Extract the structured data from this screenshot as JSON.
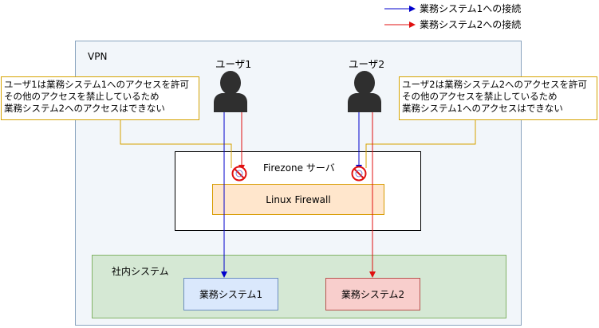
{
  "legend": {
    "blue_label": "業務システム1への接続",
    "red_label": "業務システム2への接続"
  },
  "colors": {
    "blue_line": "#0000cc",
    "red_line": "#e01010",
    "user_icon": "#2f2f2f",
    "note_border": "#d6a300"
  },
  "vpn": {
    "label": "VPN"
  },
  "users": [
    {
      "label": "ユーザ1"
    },
    {
      "label": "ユーザ2"
    }
  ],
  "notes": [
    {
      "lines": [
        "ユーザ1は業務システム1へのアクセスを許可",
        "その他のアクセスを禁止しているため",
        "業務システム2へのアクセスはできない"
      ]
    },
    {
      "lines": [
        "ユーザ2は業務システム2へのアクセスを許可",
        "その他のアクセスを禁止しているため",
        "業務システム1へのアクセスはできない"
      ]
    }
  ],
  "firezone": {
    "label": "Firezone サーバ"
  },
  "linux_firewall": {
    "label": "Linux Firewall"
  },
  "internal": {
    "label": "社内システム"
  },
  "systems": [
    {
      "label": "業務システム1"
    },
    {
      "label": "業務システム2"
    }
  ]
}
